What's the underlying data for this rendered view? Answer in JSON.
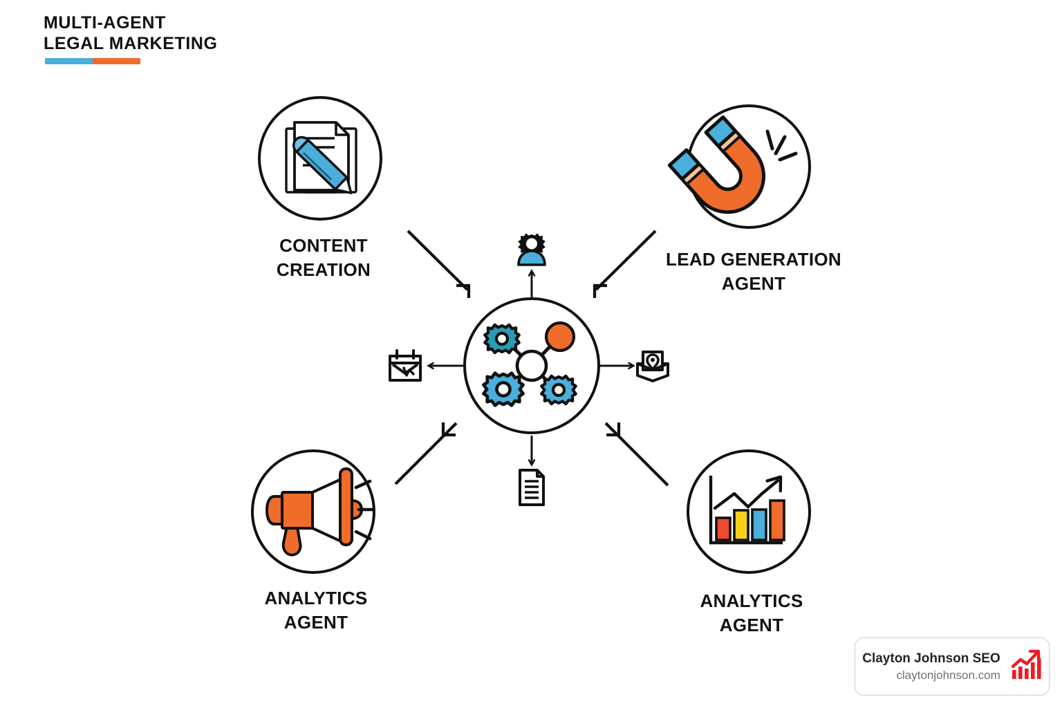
{
  "header": {
    "title_line_1": "MULTI-AGENT",
    "title_line_2": "LEGAL MARKETING",
    "underline_colors": {
      "left": "#4aafdc",
      "right": "#ef6c2a"
    }
  },
  "palette": {
    "orange": "#ef6c2a",
    "blue": "#4aafdc",
    "teal": "#2a9ab5",
    "yellow": "#f7d117",
    "red": "#ee3f2c",
    "ink": "#111111",
    "white": "#ffffff",
    "badge_border": "#c9ccd1",
    "badge_url_text": "#6d7178",
    "badge_logo_red": "#ed1c24"
  },
  "diagram": {
    "type": "hub-and-spoke",
    "center_label": "multi-agent orchestration hub",
    "agents": [
      {
        "id": "content-creation",
        "label": "CONTENT\nCREATION",
        "icon": "documents-with-pen-icon",
        "position": "top-left",
        "arrow_direction": "inward-to-hub"
      },
      {
        "id": "lead-generation",
        "label": "LEAD GENERATION\nAGENT",
        "icon": "horseshoe-magnet-icon",
        "position": "top-right",
        "arrow_direction": "inward-to-hub"
      },
      {
        "id": "analytics-left",
        "label": "ANALYTICS\nAGENT",
        "icon": "megaphone-icon",
        "position": "bottom-left",
        "arrow_direction": "inward-to-hub"
      },
      {
        "id": "analytics-right",
        "label": "ANALYTICS\nAGENT",
        "icon": "bar-chart-growth-icon",
        "position": "bottom-right",
        "arrow_direction": "inward-to-hub"
      }
    ],
    "outputs": [
      {
        "id": "output-top",
        "icon": "user-gear-icon",
        "direction": "up",
        "arrow_direction": "outward-from-hub"
      },
      {
        "id": "output-right",
        "icon": "map-location-pin-icon",
        "direction": "right",
        "arrow_direction": "outward-from-hub"
      },
      {
        "id": "output-bottom",
        "icon": "document-icon",
        "direction": "down",
        "arrow_direction": "outward-from-hub"
      },
      {
        "id": "output-left",
        "icon": "calendar-check-icon",
        "direction": "left",
        "arrow_direction": "outward-from-hub"
      }
    ],
    "hub": {
      "icon": "network-gears-icon",
      "nodes": [
        {
          "id": "hub-node-center",
          "shape": "circle",
          "color": "#ffffff"
        },
        {
          "id": "hub-node-top-left",
          "shape": "gear",
          "color": "#2a9ab5"
        },
        {
          "id": "hub-node-top-right",
          "shape": "circle",
          "color": "#ef6c2a"
        },
        {
          "id": "hub-node-bottom-left",
          "shape": "gear",
          "color": "#4aafdc"
        },
        {
          "id": "hub-node-bottom-right",
          "shape": "gear",
          "color": "#4aafdc"
        }
      ]
    }
  },
  "watermark": {
    "name": "Clayton Johnson SEO",
    "url": "claytonjohnson.com",
    "logo": "growth-bar-chart-logo"
  }
}
